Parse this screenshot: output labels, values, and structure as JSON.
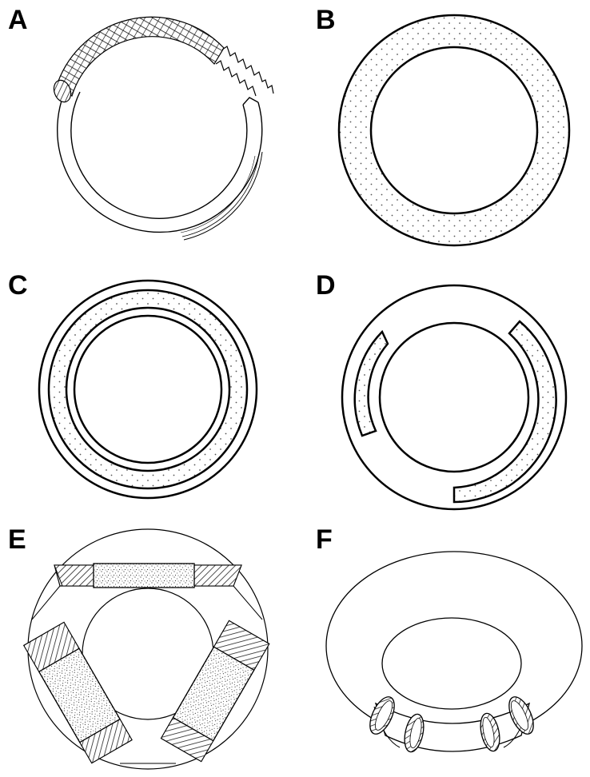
{
  "panels": [
    {
      "id": "A",
      "label": "A"
    },
    {
      "id": "B",
      "label": "B"
    },
    {
      "id": "C",
      "label": "C"
    },
    {
      "id": "D",
      "label": "D"
    },
    {
      "id": "E",
      "label": "E"
    },
    {
      "id": "F",
      "label": "F"
    }
  ],
  "colors": {
    "stroke": "#000000",
    "background": "#ffffff",
    "dots": "#555555",
    "hatch": "#222222"
  }
}
